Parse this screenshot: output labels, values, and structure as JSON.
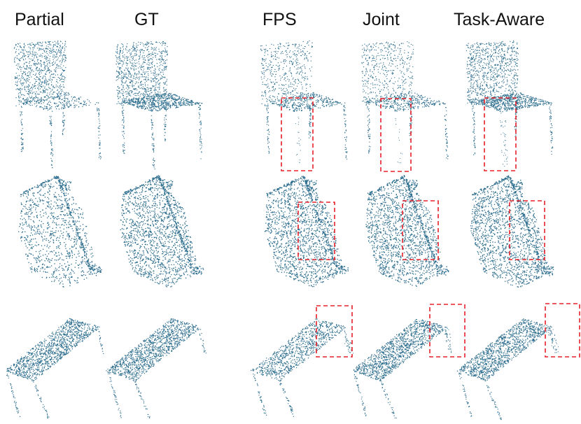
{
  "columns": [
    {
      "label": "Partial"
    },
    {
      "label": "GT"
    },
    {
      "label": "FPS"
    },
    {
      "label": "Joint"
    },
    {
      "label": "Task-Aware"
    }
  ],
  "rows": [
    {
      "object": "chair"
    },
    {
      "object": "sofa"
    },
    {
      "object": "table"
    }
  ],
  "colors": {
    "points": "#2f6f8f",
    "highlight_box": "#e8202a"
  }
}
